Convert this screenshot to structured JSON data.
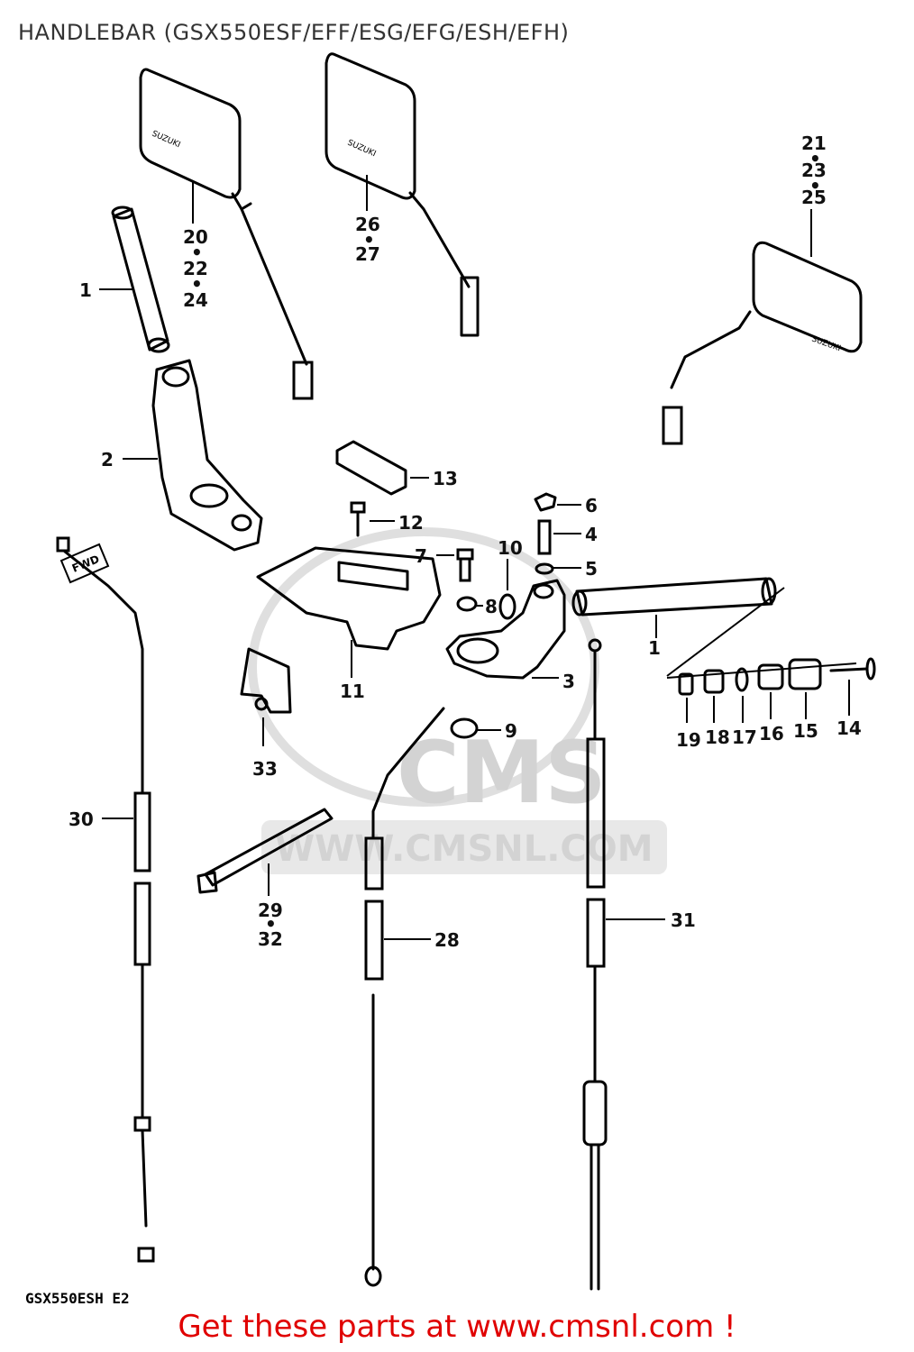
{
  "title": "HANDLEBAR (GSX550ESF/EFF/ESG/EFG/ESH/EFH)",
  "footer": {
    "text": "Get these parts at www.cmsnl.com !"
  },
  "watermark": {
    "brand": "CMS",
    "url": "WWW.CMSNL.COM"
  },
  "model_code": "GSX550ESH E2",
  "direction_marker": "FWD",
  "mirror_marking": "SUZUKI",
  "callouts": {
    "c1a": "1",
    "c1b": "1",
    "c2": "2",
    "c3": "3",
    "c4": "4",
    "c5": "5",
    "c6": "6",
    "c7": "7",
    "c8": "8",
    "c9": "9",
    "c10": "10",
    "c11": "11",
    "c12": "12",
    "c13": "13",
    "c14": "14",
    "c15": "15",
    "c16": "16",
    "c17": "17",
    "c18": "18",
    "c19": "19",
    "c20": "20",
    "c21": "21",
    "c22": "22",
    "c23": "23",
    "c24": "24",
    "c25": "25",
    "c26": "26",
    "c27": "27",
    "c28": "28",
    "c29": "29",
    "c30": "30",
    "c31": "31",
    "c32": "32",
    "c33": "33"
  }
}
